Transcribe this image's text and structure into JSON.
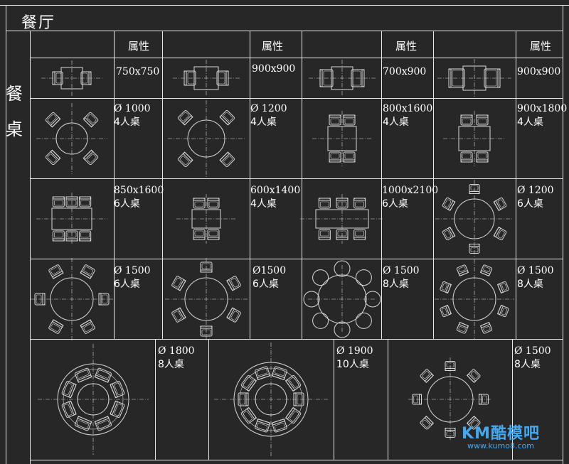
{
  "section_title": "餐厅",
  "category_label": [
    "餐",
    "桌"
  ],
  "header_label": "属性",
  "grid_color": "#e8e8e8",
  "drawing_color": "#d9d9d9",
  "rows": [
    {
      "cells": [
        {
          "type": "rect",
          "seats": 2,
          "line1": "750x750",
          "line2": ""
        },
        {
          "type": "rect",
          "seats": 2,
          "line1": "900x900",
          "line2": ""
        },
        {
          "type": "rect",
          "seats": 2,
          "line1": "700x900",
          "line2": ""
        },
        {
          "type": "rect",
          "seats": 2,
          "line1": "900x900",
          "line2": ""
        }
      ]
    },
    {
      "cells": [
        {
          "type": "round",
          "seats": 4,
          "line1": "Ø 1000",
          "line2": "4人桌"
        },
        {
          "type": "round",
          "seats": 4,
          "line1": "Ø 1200",
          "line2": "4人桌"
        },
        {
          "type": "rect",
          "seats": 4,
          "line1": "800x1600",
          "line2": "4人桌"
        },
        {
          "type": "rect",
          "seats": 4,
          "line1": "900x1800",
          "line2": "4人桌"
        }
      ]
    },
    {
      "cells": [
        {
          "type": "rect",
          "seats": 6,
          "line1": "850x1600",
          "line2": "6人桌"
        },
        {
          "type": "rect",
          "seats": 4,
          "line1": "600x1400",
          "line2": "4人桌"
        },
        {
          "type": "rect",
          "seats": 6,
          "line1": "1000x2100",
          "line2": "6人桌"
        },
        {
          "type": "round",
          "seats": 6,
          "line1": "Ø 1200",
          "line2": "6人桌"
        }
      ]
    },
    {
      "cells": [
        {
          "type": "round",
          "seats": 6,
          "line1": "Ø 1500",
          "line2": "6人桌"
        },
        {
          "type": "round",
          "seats": 6,
          "line1": "Ø1500",
          "line2": "6人桌"
        },
        {
          "type": "round",
          "seats": 8,
          "line1": "Ø 1500",
          "line2": "8人桌"
        },
        {
          "type": "round",
          "seats": 8,
          "line1": "Ø 1500",
          "line2": "8人桌"
        }
      ]
    },
    {
      "cells": [
        {
          "type": "round",
          "seats": 8,
          "line1": "Ø 1800",
          "line2": "8人桌"
        },
        {
          "type": "round",
          "seats": 10,
          "line1": "Ø 1900",
          "line2": "10人桌"
        },
        {
          "type": "round",
          "seats": 8,
          "line1": "Ø 1500",
          "line2": "8人桌"
        }
      ]
    }
  ],
  "watermark": {
    "brand": "KM酷模吧",
    "url": "www.kumo8.com",
    "color": "#46a8ef"
  }
}
